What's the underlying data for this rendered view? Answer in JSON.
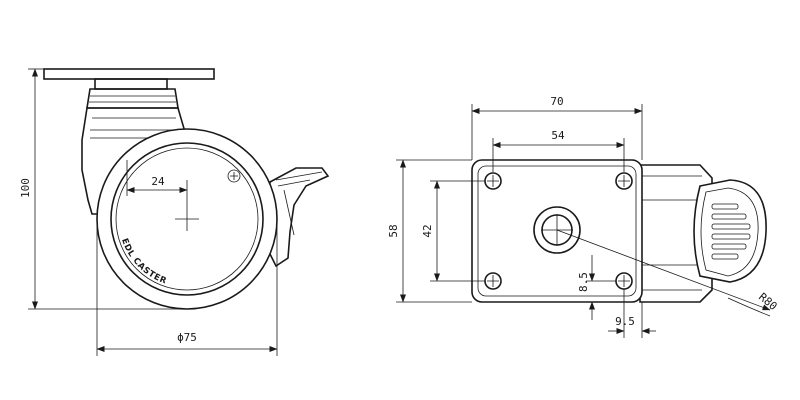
{
  "side_view": {
    "height_dim": "100",
    "offset_dim": "24",
    "wheel_dia_dim": "ϕ75",
    "brand_text": "EDL CASTER"
  },
  "top_view": {
    "plate_width_dim": "70",
    "hole_spacing_x_dim": "54",
    "plate_height_dim": "58",
    "hole_spacing_y_dim": "42",
    "hole_edge_y_dim": "8.5",
    "hole_edge_x_dim": "9.5",
    "swivel_radius_dim": "R80"
  }
}
